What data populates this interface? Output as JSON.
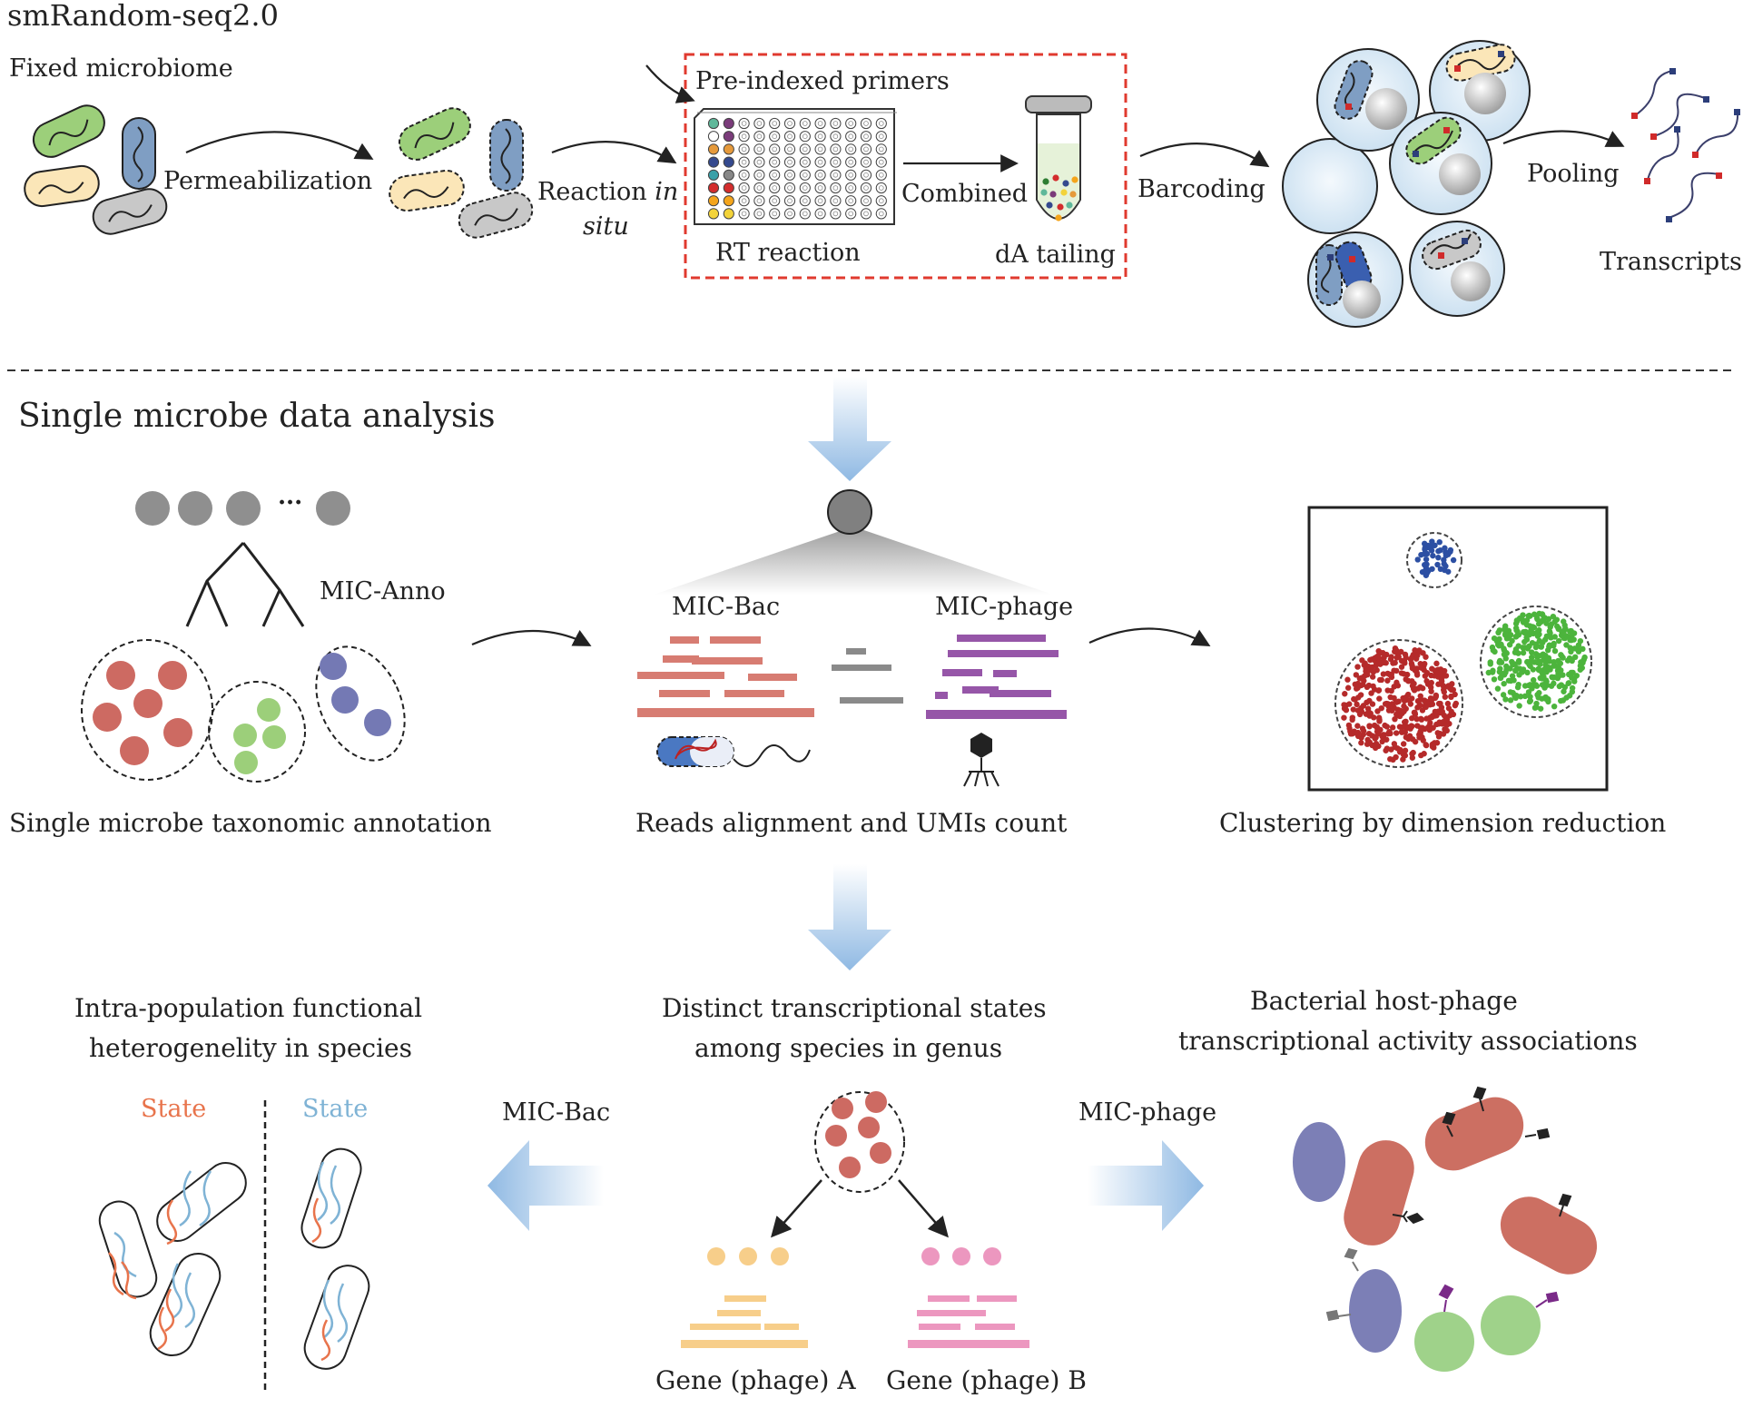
{
  "top": {
    "title": "smRandom-seq2.0",
    "fixed_microbiome": "Fixed microbiome",
    "permeabilization": "Permeabilization",
    "reaction_in": "Reaction ",
    "reaction_in_italic": "in",
    "reaction_situ": "situ",
    "pre_indexed_primers": "Pre-indexed primers",
    "combined": "Combined",
    "rt_reaction": "RT reaction",
    "da_tailing": "dA tailing",
    "barcoding": "Barcoding",
    "pooling": "Pooling",
    "transcripts": "Transcripts"
  },
  "middle": {
    "section_title": "Single microbe data analysis",
    "mic_anno": "MIC-Anno",
    "ellipsis": "···",
    "mic_bac": "MIC-Bac",
    "mic_phage": "MIC-phage",
    "taxonomic_caption": "Single microbe taxonomic annotation",
    "alignment_caption": "Reads alignment and UMIs count",
    "clustering_caption": "Clustering by dimension reduction"
  },
  "bottom": {
    "left_title_1": "Intra-population functional",
    "left_title_2": "heterogenelity in species",
    "state_left": "State",
    "state_right": "State",
    "mic_bac": "MIC-Bac",
    "center_title_1": "Distinct transcriptional states",
    "center_title_2": "among species in genus",
    "mic_phage": "MIC-phage",
    "right_title_1": "Bacterial host-phage",
    "right_title_2": "transcriptional activity associations",
    "gene_a": "Gene (phage) A",
    "gene_b": "Gene (phage) B"
  },
  "colors": {
    "red_dashed_box": "#e03a2f",
    "cell_green": "#9ccf7a",
    "cell_blue": "#7f9ec3",
    "cell_yellow": "#fbe6b8",
    "cell_gray": "#c8c8c8",
    "bac_reads": "#d77c72",
    "phage_reads": "#9656a8",
    "cluster_blue": "#2c4fa3",
    "cluster_red": "#b52a2a",
    "cluster_green": "#4cb43c",
    "gene_a": "#f7ce8a",
    "gene_b": "#ec97bf",
    "host_red": "#cc6f62",
    "host_blue": "#7c7fb6",
    "host_green": "#9fd28a",
    "state_red": "#e8744c",
    "state_blue": "#7fb3d5"
  }
}
